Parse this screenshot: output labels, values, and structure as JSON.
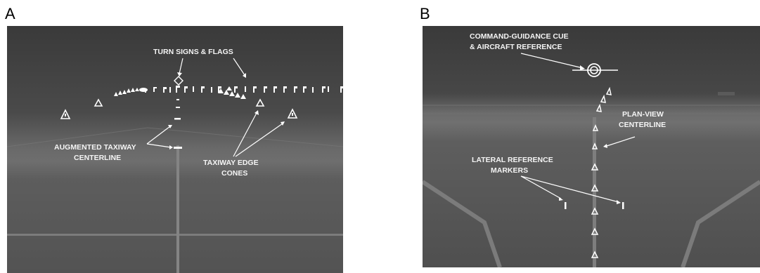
{
  "panels": [
    {
      "letter": "A",
      "labels": {
        "turn_signs": "TURN SIGNS & FLAGS",
        "augmented_line1": "AUGMENTED TAXIWAY",
        "augmented_line2": "CENTERLINE",
        "edge_cones_line1": "TAXIWAY EDGE",
        "edge_cones_line2": "CONES"
      }
    },
    {
      "letter": "B",
      "labels": {
        "command_line1": "COMMAND-GUIDANCE CUE",
        "command_line2": "& AIRCRAFT REFERENCE",
        "planview_line1": "PLAN-VIEW",
        "planview_line2": "CENTERLINE",
        "lateral_line1": "LATERAL REFERENCE",
        "lateral_line2": "MARKERS"
      }
    }
  ],
  "colors": {
    "sky_top": "#3c3c3c",
    "horizon_band": "#6e6e6e",
    "ground": "#555555",
    "symbology": "#ffffff"
  }
}
